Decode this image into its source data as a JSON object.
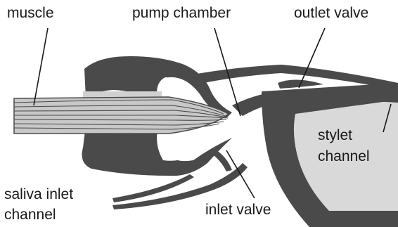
{
  "labels": {
    "muscle": "muscle",
    "pump_chamber": "pump chamber",
    "outlet_valve": "outlet valve",
    "stylet_line1": "stylet",
    "stylet_line2": "channel",
    "saliva_line1": "saliva inlet",
    "saliva_line2": "channel",
    "inlet_valve": "inlet valve"
  },
  "colors": {
    "tissue": "#4a4a4a",
    "chamber_fill": "#d9d9d9",
    "muscle_fill": "#c8c8c8",
    "background": "#ffffff",
    "text": "#1a1a1a"
  }
}
